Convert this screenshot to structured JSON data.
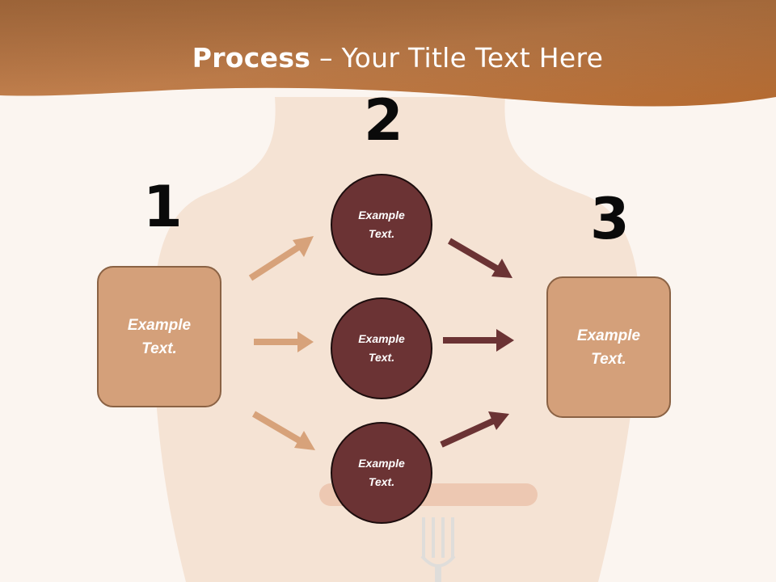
{
  "slide": {
    "title_bold": "Process",
    "title_rest": " – Your Title Text Here"
  },
  "diagram": {
    "steps": [
      {
        "number": "1",
        "box_text": "Example Text."
      },
      {
        "number": "2",
        "circles": [
          "Example Text.",
          "Example Text.",
          "Example Text."
        ]
      },
      {
        "number": "3",
        "box_text": "Example Text."
      }
    ]
  },
  "colors": {
    "header": "#c88250",
    "box_fill": "#d4a07a",
    "circle_fill": "#6b3334",
    "arrow_light": "#d7a27a",
    "arrow_dark": "#6b3334"
  }
}
